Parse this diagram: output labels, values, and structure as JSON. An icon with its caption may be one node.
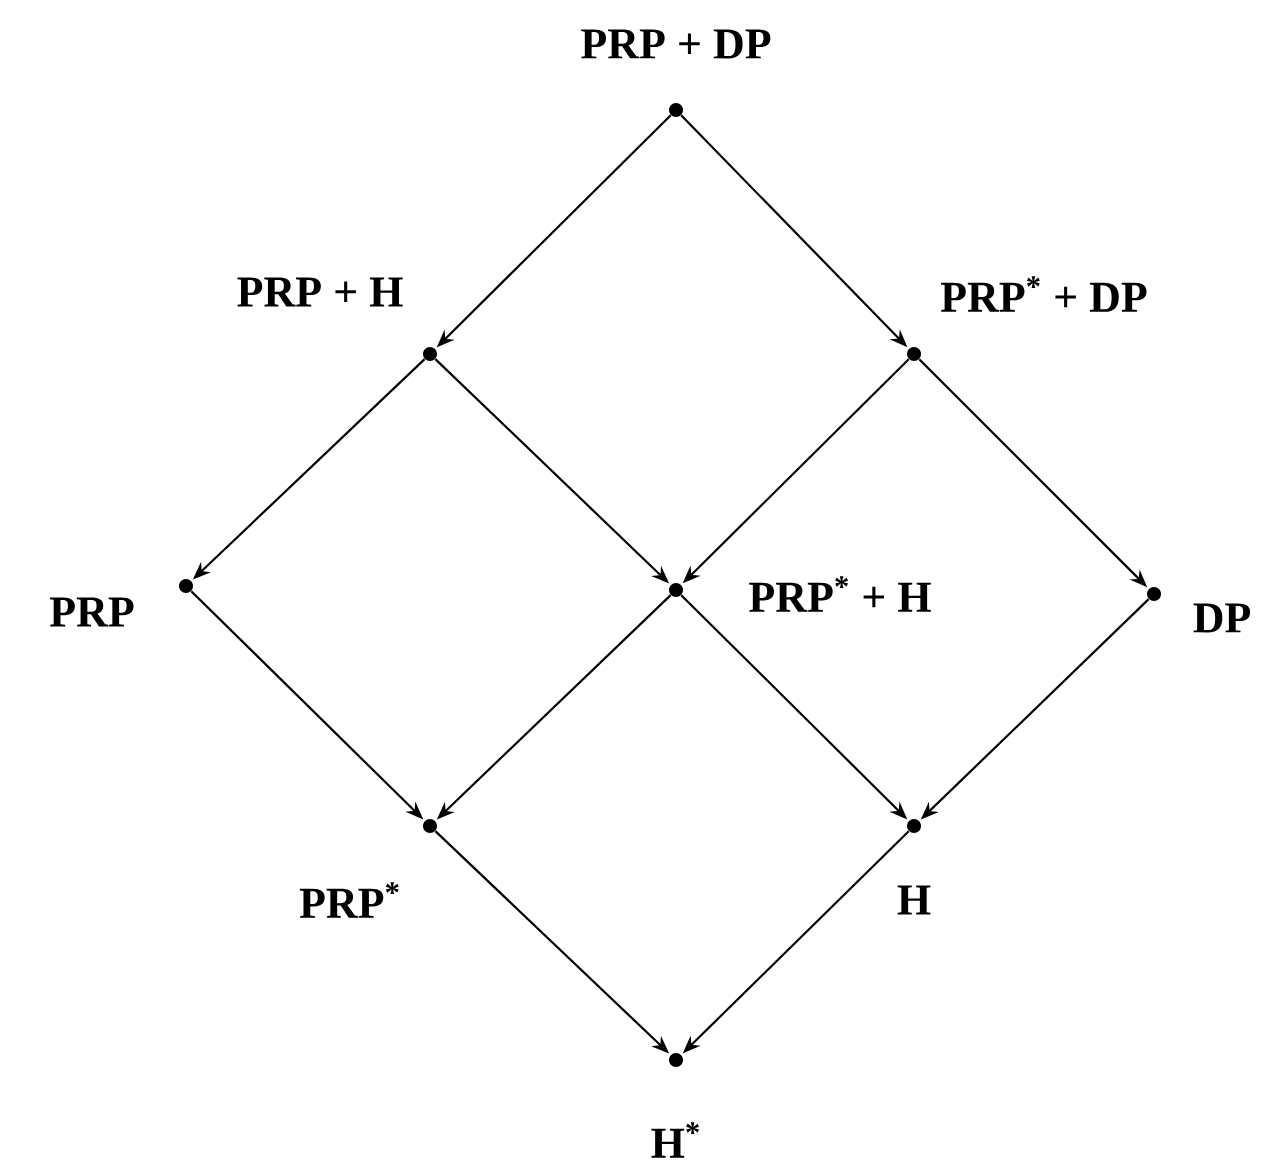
{
  "diagram": {
    "nodes": [
      {
        "text": [
          "PRP + DP"
        ]
      },
      {
        "text": [
          "PRP + H"
        ]
      },
      {
        "text": [
          "PRP$^{*}$ + DP"
        ]
      },
      {
        "text": [
          "PRP"
        ]
      },
      {
        "text": [
          "PRP$^{*}$ + H"
        ]
      },
      {
        "text": [
          "DP"
        ]
      },
      {
        "text": [
          "PRP$^{*}$"
        ]
      },
      {
        "text": [
          "H"
        ]
      },
      {
        "text": [
          "H$^{*}$"
        ]
      }
    ],
    "edges": [
      {
        "from": 0,
        "to": 1,
        "arrow": "to"
      },
      {
        "from": 0,
        "to": 2,
        "arrow": "to"
      },
      {
        "from": 1,
        "to": 3,
        "arrow": "to"
      },
      {
        "from": 1,
        "to": 4,
        "arrow": "to"
      },
      {
        "from": 2,
        "to": 4,
        "arrow": "to"
      },
      {
        "from": 2,
        "to": 5,
        "arrow": "to"
      },
      {
        "from": 3,
        "to": 6,
        "arrow": "to"
      },
      {
        "from": 4,
        "to": 6,
        "arrow": "to"
      },
      {
        "from": 4,
        "to": 7,
        "arrow": "to"
      },
      {
        "from": 5,
        "to": 7,
        "arrow": "to"
      },
      {
        "from": 6,
        "to": 8,
        "arrow": "to"
      },
      {
        "from": 7,
        "to": 8,
        "arrow": "to"
      }
    ]
  }
}
